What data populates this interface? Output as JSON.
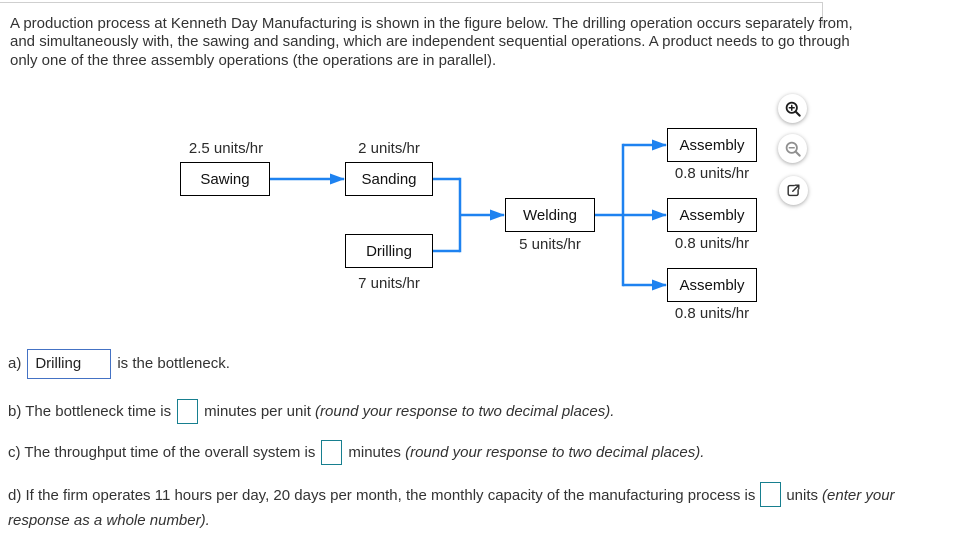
{
  "intro": {
    "lines": [
      "A production process at Kenneth Day Manufacturing is shown in the figure below. The drilling operation occurs separately from,",
      "and simultaneously with, the sawing and sanding, which are independent sequential operations. A product needs to go through",
      "only one of the three assembly operations (the operations are in parallel)."
    ]
  },
  "diagram": {
    "sawing": {
      "label": "Sawing",
      "rate": "2.5 units/hr"
    },
    "sanding": {
      "label": "Sanding",
      "rate": "2 units/hr"
    },
    "drilling": {
      "label": "Drilling",
      "rate": "7 units/hr"
    },
    "welding": {
      "label": "Welding",
      "rate": "5 units/hr"
    },
    "assemblies": [
      {
        "label": "Assembly",
        "rate": "0.8 units/hr"
      },
      {
        "label": "Assembly",
        "rate": "0.8 units/hr"
      },
      {
        "label": "Assembly",
        "rate": "0.8 units/hr"
      }
    ],
    "colors": {
      "arrow": "#1e82f0",
      "box_border": "#000000"
    }
  },
  "toolbar": {
    "icons": [
      {
        "name": "zoom-in-icon"
      },
      {
        "name": "zoom-out-icon"
      },
      {
        "name": "open-in-new-icon"
      }
    ]
  },
  "questions": {
    "a": {
      "prefix": "a)",
      "answer": "Drilling",
      "suffix": "is the bottleneck."
    },
    "b": {
      "before": "b) The bottleneck time is",
      "after": "minutes per unit",
      "note": "(round your response to two decimal places)."
    },
    "c": {
      "before": "c) The throughput time of the overall system is",
      "after": "minutes",
      "note": "(round your response to two decimal places)."
    },
    "d": {
      "before": "d) If the firm operates 11 hours per day, 20 days per month, the monthly capacity of the manufacturing process is",
      "after": "units",
      "note": "(enter your response as a whole number)."
    },
    "colors": {
      "dropdown_border": "#4472c4",
      "input_border": "#177f8f"
    }
  }
}
